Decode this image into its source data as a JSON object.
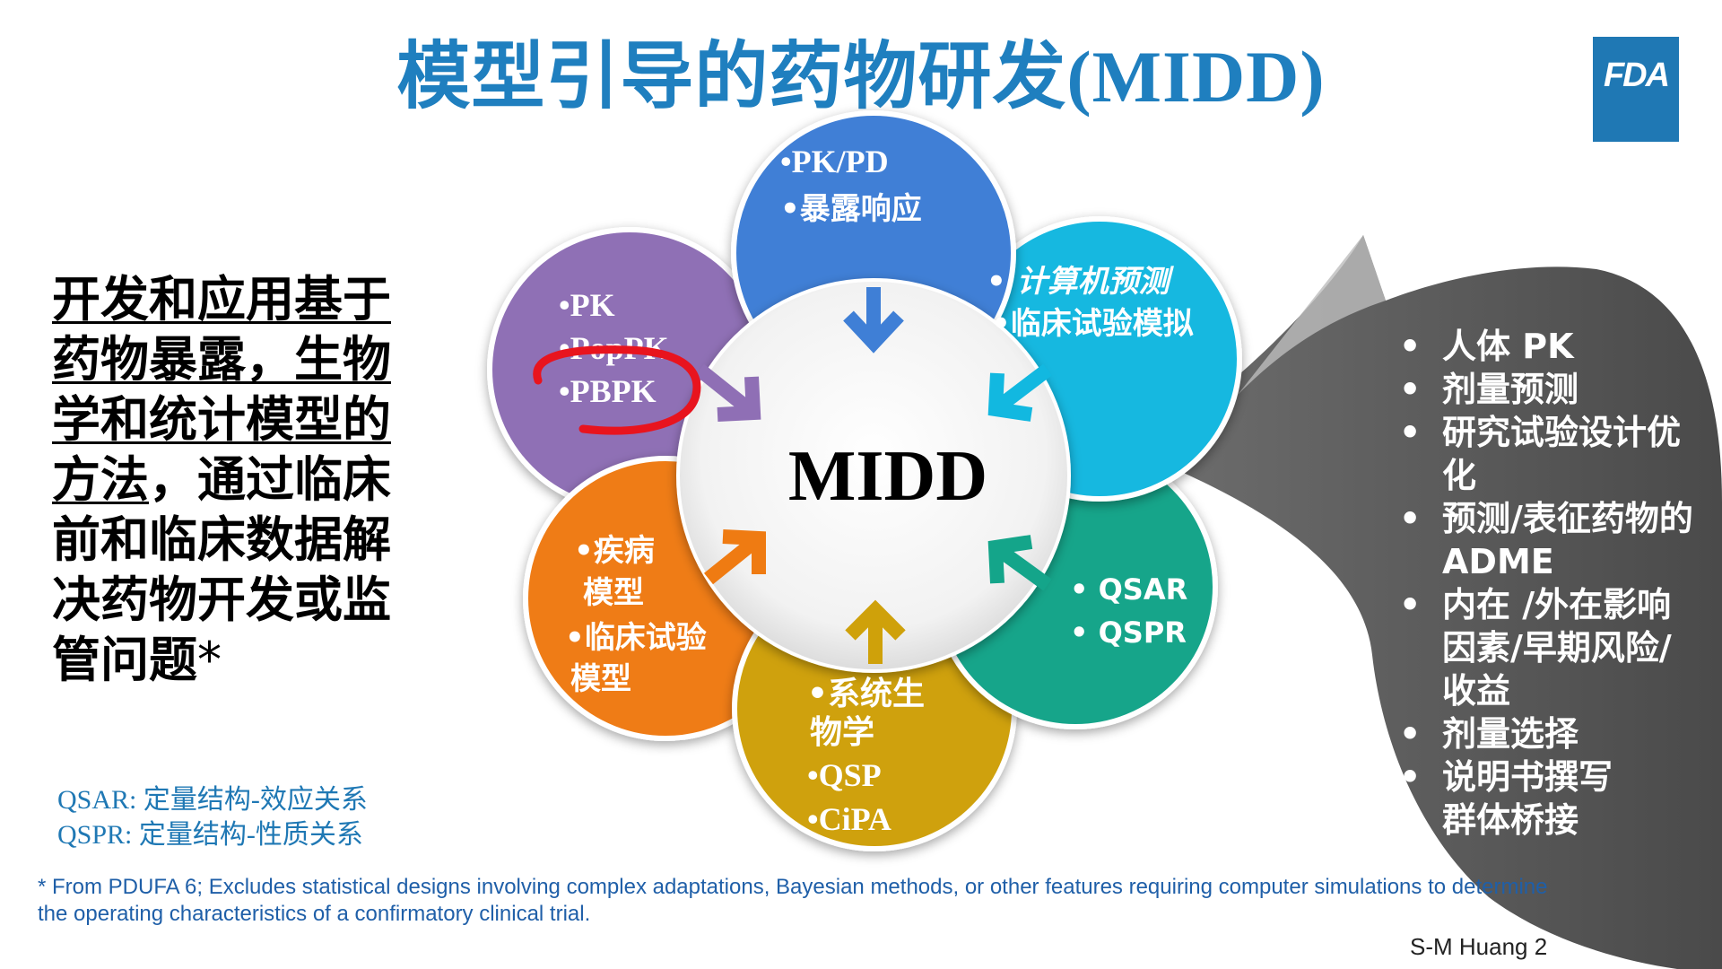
{
  "header": {
    "title_cn": "模型引导的药物研发",
    "title_en": "(MIDD)",
    "logo_text": "FDA"
  },
  "claim": {
    "underlined_lines": [
      "开发和应用基于",
      "药物暴露，生物",
      "学和统计模型的",
      "方法"
    ],
    "line4_rest": "，通过临床",
    "plain_lines": [
      "前和临床数据解",
      "决药物开发或监",
      "管问题"
    ],
    "asterisk": "*"
  },
  "diagram": {
    "center_label": "MIDD",
    "petals": {
      "top": [
        "•PK/PD",
        "•暴露响应"
      ],
      "upper_left": [
        "•PK",
        "•PopPK",
        "•PBPK"
      ],
      "upper_right": [
        "• 计算机预测",
        "•临床试验模拟"
      ],
      "right": [
        "• QSAR",
        "• QSPR"
      ],
      "bottom": [
        "•系统生",
        "物学",
        "•QSP",
        "•CiPA"
      ],
      "lower_left": [
        "•疾病",
        "模型",
        "•临床试验",
        "模型"
      ]
    },
    "colors": {
      "top": "#3f7fd6",
      "upper_left": "#8f6fb5",
      "upper_right": "#12b8e0",
      "right": "#14a58a",
      "bottom": "#cfa10a",
      "lower_left": "#ef7b12",
      "highlight": "#e8141e"
    }
  },
  "applications": {
    "items": [
      "人体 PK",
      "剂量预测",
      "研究试验设计优化",
      "预测/表征药物的ADME",
      "内在 /外在影响因素/早期风险/收益",
      "剂量选择",
      "说明书撰写",
      "群体桥接"
    ]
  },
  "abbreviations": {
    "qsar": "QSAR: 定量结构-效应关系",
    "qspr": "QSPR: 定量结构-性质关系"
  },
  "footnote": {
    "line1": "* From PDUFA 6; Excludes statistical designs involving complex adaptations, Bayesian methods, or other features requiring computer simulations to determine",
    "line2": "the operating characteristics of a confirmatory clinical trial."
  },
  "credit": "S-M Huang 2"
}
